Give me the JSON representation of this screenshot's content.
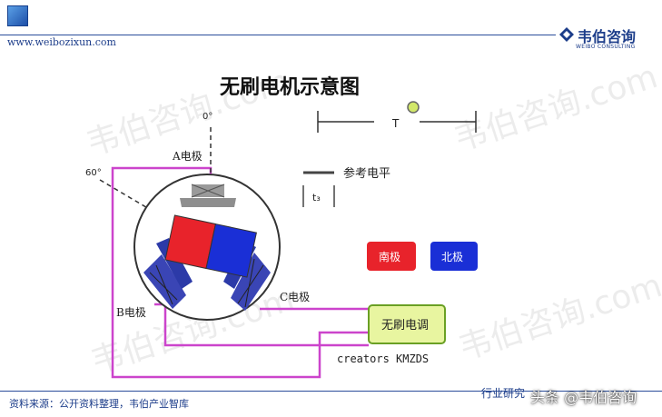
{
  "header": {
    "site_url": "www.weibozixun.com",
    "brand_cn": "韦伯咨询",
    "brand_en": "WEIBO CONSULTING"
  },
  "watermark": {
    "text": "韦伯咨询.com"
  },
  "diagram": {
    "title": "无刷电机示意图",
    "angle_0": "0°",
    "angle_60": "60°",
    "pole_a": "A电极",
    "pole_b": "B电极",
    "pole_c": "C电极",
    "period_label": "T",
    "ref_level_label": "参考电平",
    "t3_label": "t₃",
    "legend_south": "南极",
    "legend_north": "北极",
    "controller_label": "无刷电调",
    "credit": "creators KMZDS",
    "colors": {
      "south": "#e8232b",
      "north": "#1a2fd6",
      "wire": "#cc44cc",
      "controller": "#e8f5a0",
      "stator": "#3a45b5",
      "indicator": "#d2e86a"
    }
  },
  "footer": {
    "source": "资料来源：公开资料整理，韦伯产业智库",
    "right_text": "行业研究",
    "overlay": "头条 @韦伯咨询"
  }
}
